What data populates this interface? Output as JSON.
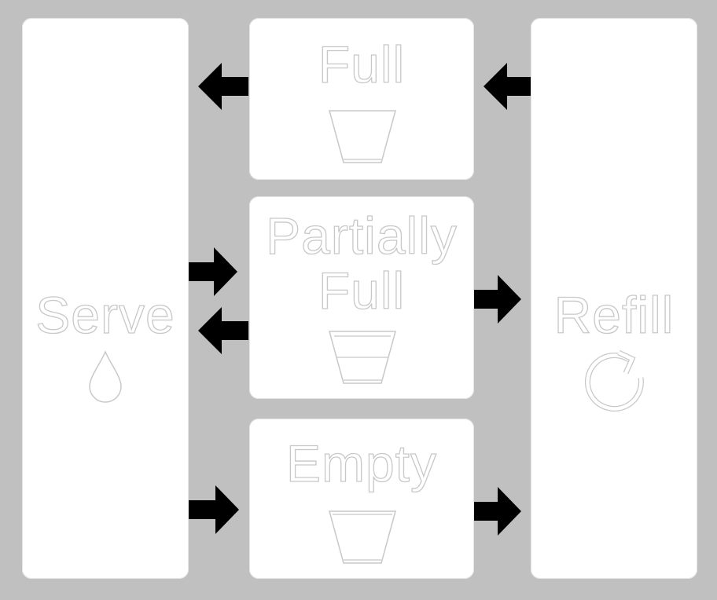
{
  "diagram": {
    "serve": {
      "label": "Serve",
      "icon": "drop-icon"
    },
    "refill": {
      "label": "Refill",
      "icon": "refresh-icon"
    },
    "states": {
      "full": {
        "label": "Full",
        "icon": "full-cup-icon",
        "fill_level": 0
      },
      "partial": {
        "label_line1": "Partially",
        "label_line2": "Full",
        "icon": "partial-cup-icon",
        "fill_level": 0.5
      },
      "empty": {
        "label": "Empty",
        "icon": "empty-cup-icon",
        "fill_level": 0
      }
    },
    "edges": [
      {
        "from": "full",
        "to": "serve"
      },
      {
        "from": "refill",
        "to": "full"
      },
      {
        "from": "serve",
        "to": "partial"
      },
      {
        "from": "partial",
        "to": "serve"
      },
      {
        "from": "partial",
        "to": "refill"
      },
      {
        "from": "serve",
        "to": "empty"
      },
      {
        "from": "empty",
        "to": "refill"
      }
    ],
    "colors": {
      "background": "#c0c0c0",
      "panel": "#ffffff",
      "outline": "#c8c8c8",
      "arrow": "#000000"
    }
  }
}
